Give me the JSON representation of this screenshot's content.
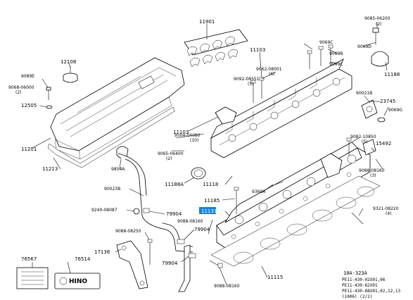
{
  "callouts": [
    {
      "id": "11901",
      "text": "11901"
    },
    {
      "id": "90850_6200",
      "text": "9085-06200"
    },
    {
      "id": "qty2_top",
      "text": "(2)"
    },
    {
      "id": "11103_top",
      "text": "11103"
    },
    {
      "id": "90690_1",
      "text": "9069C"
    },
    {
      "id": "90690_2",
      "text": "9069B"
    },
    {
      "id": "90690_3",
      "text": "9069C"
    },
    {
      "id": "90690_4",
      "text": "9069D"
    },
    {
      "id": "11188_r",
      "text": "11188"
    },
    {
      "id": "12108",
      "text": "12108"
    },
    {
      "id": "9089E",
      "text": "9089E"
    },
    {
      "id": "90680_6000",
      "text": "9068-06000"
    },
    {
      "id": "qty2_l",
      "text": "(2)"
    },
    {
      "id": "90620_8001",
      "text": "9062-08001"
    },
    {
      "id": "qty6",
      "text": "(6)"
    },
    {
      "id": "90920_8551",
      "text": "9092-08551"
    },
    {
      "id": "qty5",
      "text": "(5)"
    },
    {
      "id": "12505",
      "text": "12505"
    },
    {
      "id": "90021B",
      "text": "90021B"
    },
    {
      "id": "23745",
      "text": "23745"
    },
    {
      "id": "9069G",
      "text": "9069G"
    },
    {
      "id": "11103_l",
      "text": "11103"
    },
    {
      "id": "95040_4080",
      "text": "9504-04080"
    },
    {
      "id": "qty10",
      "text": "(10)"
    },
    {
      "id": "11201",
      "text": "11201"
    },
    {
      "id": "90820_8550",
      "text": "9082-10850"
    },
    {
      "id": "qty5b",
      "text": "(5)"
    },
    {
      "id": "15492",
      "text": "15492"
    },
    {
      "id": "90650_6400",
      "text": "9065-06400"
    },
    {
      "id": "qty2_m",
      "text": "(2)"
    },
    {
      "id": "11213",
      "text": "11213"
    },
    {
      "id": "9854A",
      "text": "9854A"
    },
    {
      "id": "90880_8160_r",
      "text": "9088-08160"
    },
    {
      "id": "qty3",
      "text": "(3)"
    },
    {
      "id": "11188A",
      "text": "11188A"
    },
    {
      "id": "11118",
      "text": "11118"
    },
    {
      "id": "90023B",
      "text": "90023B"
    },
    {
      "id": "9369A",
      "text": "9369A"
    },
    {
      "id": "11185",
      "text": "11185"
    },
    {
      "id": "92400_8087",
      "text": "9240-08087"
    },
    {
      "id": "79904_a",
      "text": "79904"
    },
    {
      "id": "11131",
      "text": "11131"
    },
    {
      "id": "90880_8160_c",
      "text": "9088-08160"
    },
    {
      "id": "93210_8220",
      "text": "9321-08220"
    },
    {
      "id": "qty4",
      "text": "(4)"
    },
    {
      "id": "90880_8250",
      "text": "9088-08250"
    },
    {
      "id": "79904_b",
      "text": "79904"
    },
    {
      "id": "76567",
      "text": "76567"
    },
    {
      "id": "76514",
      "text": "76514"
    },
    {
      "id": "17136",
      "text": "17136"
    },
    {
      "id": "79904_c",
      "text": "79904"
    },
    {
      "id": "90880_8160_b",
      "text": "9088-08160"
    },
    {
      "id": "11115",
      "text": "11115"
    }
  ],
  "hino_label": "HINO",
  "info_block": {
    "figure": "10A-323A",
    "lines": [
      "PE11-430-02X01,06",
      "PE11-430-82X01",
      "PE11-430-88X01,02,12,13",
      "(1006)  (2/2)"
    ]
  },
  "highlight_color": "#1a7fd6"
}
